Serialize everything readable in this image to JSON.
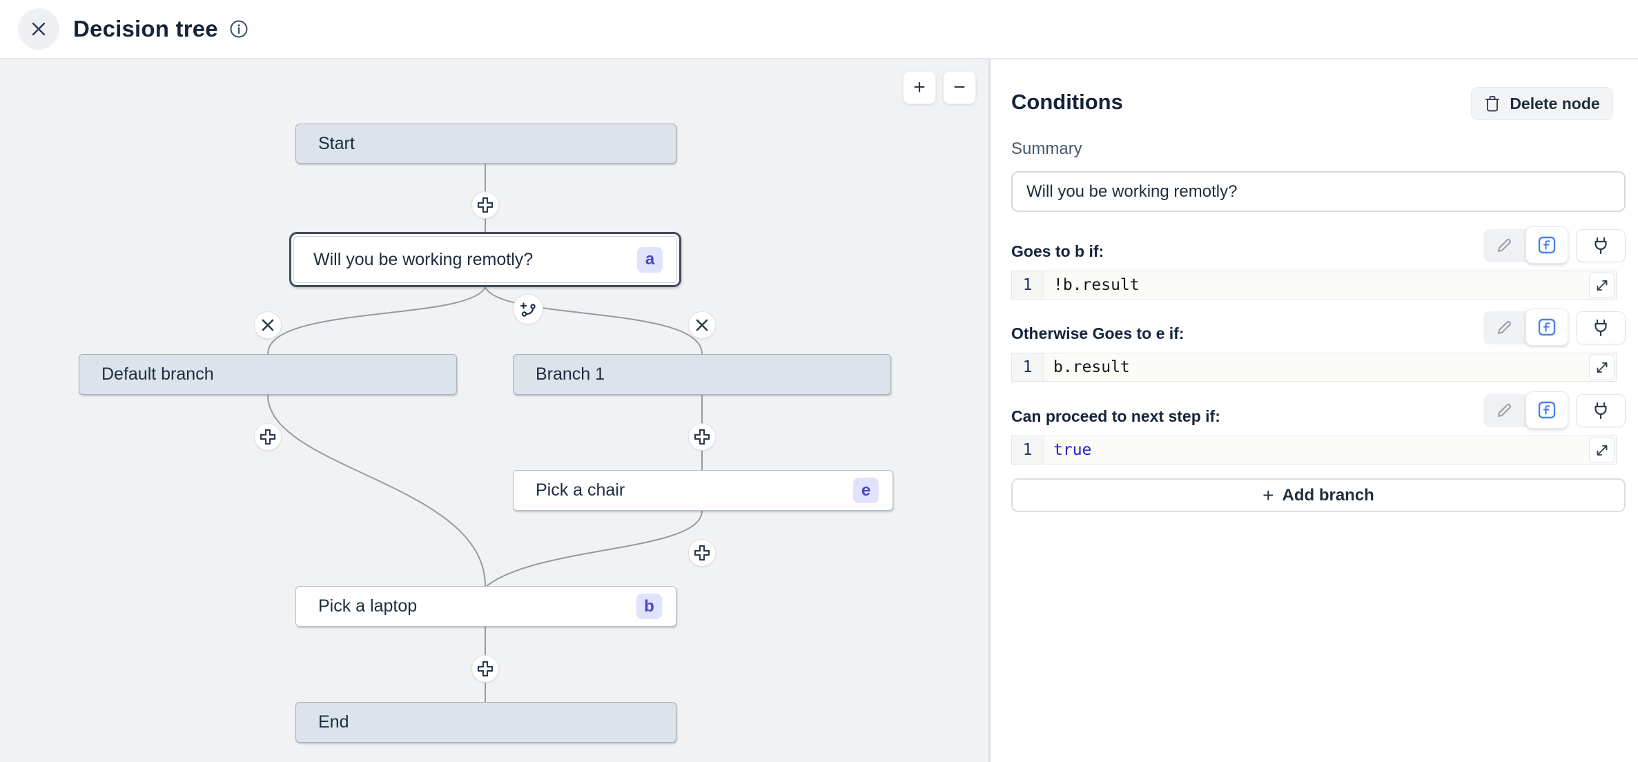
{
  "header": {
    "title": "Decision tree"
  },
  "canvas": {
    "zoom_in_label": "+",
    "zoom_out_label": "−",
    "nodes": {
      "start": {
        "label": "Start"
      },
      "question": {
        "label": "Will you be working remotly?",
        "badge": "a"
      },
      "default_branch": {
        "label": "Default branch"
      },
      "branch_1": {
        "label": "Branch 1"
      },
      "pick_chair": {
        "label": "Pick a chair",
        "badge": "e"
      },
      "pick_laptop": {
        "label": "Pick a laptop",
        "badge": "b"
      },
      "end": {
        "label": "End"
      }
    }
  },
  "panel": {
    "title": "Conditions",
    "delete_node_label": "Delete node",
    "summary_label": "Summary",
    "summary_value": "Will you be working remotly?",
    "conditions": [
      {
        "label": "Goes to b if:",
        "line_number": "1",
        "code": "!b.result",
        "code_color": "#17171d"
      },
      {
        "label": "Otherwise Goes to e if:",
        "line_number": "1",
        "code": "b.result",
        "code_color": "#17171d"
      },
      {
        "label": "Can proceed to next step if:",
        "line_number": "1",
        "code": "true",
        "code_color": "#2222cf"
      }
    ],
    "add_branch_plus": "+",
    "add_branch_label": "Add branch"
  },
  "colors": {
    "canvas_bg": "#f1f2f4",
    "node_fill": "#dde3ea",
    "selected_border": "#3e4b5e",
    "badge_bg": "#e0e3fb",
    "badge_text": "#4a45c4",
    "edge": "#939ba5",
    "fx_blue": "#4c80ec",
    "keyword_blue": "#2222cf"
  }
}
